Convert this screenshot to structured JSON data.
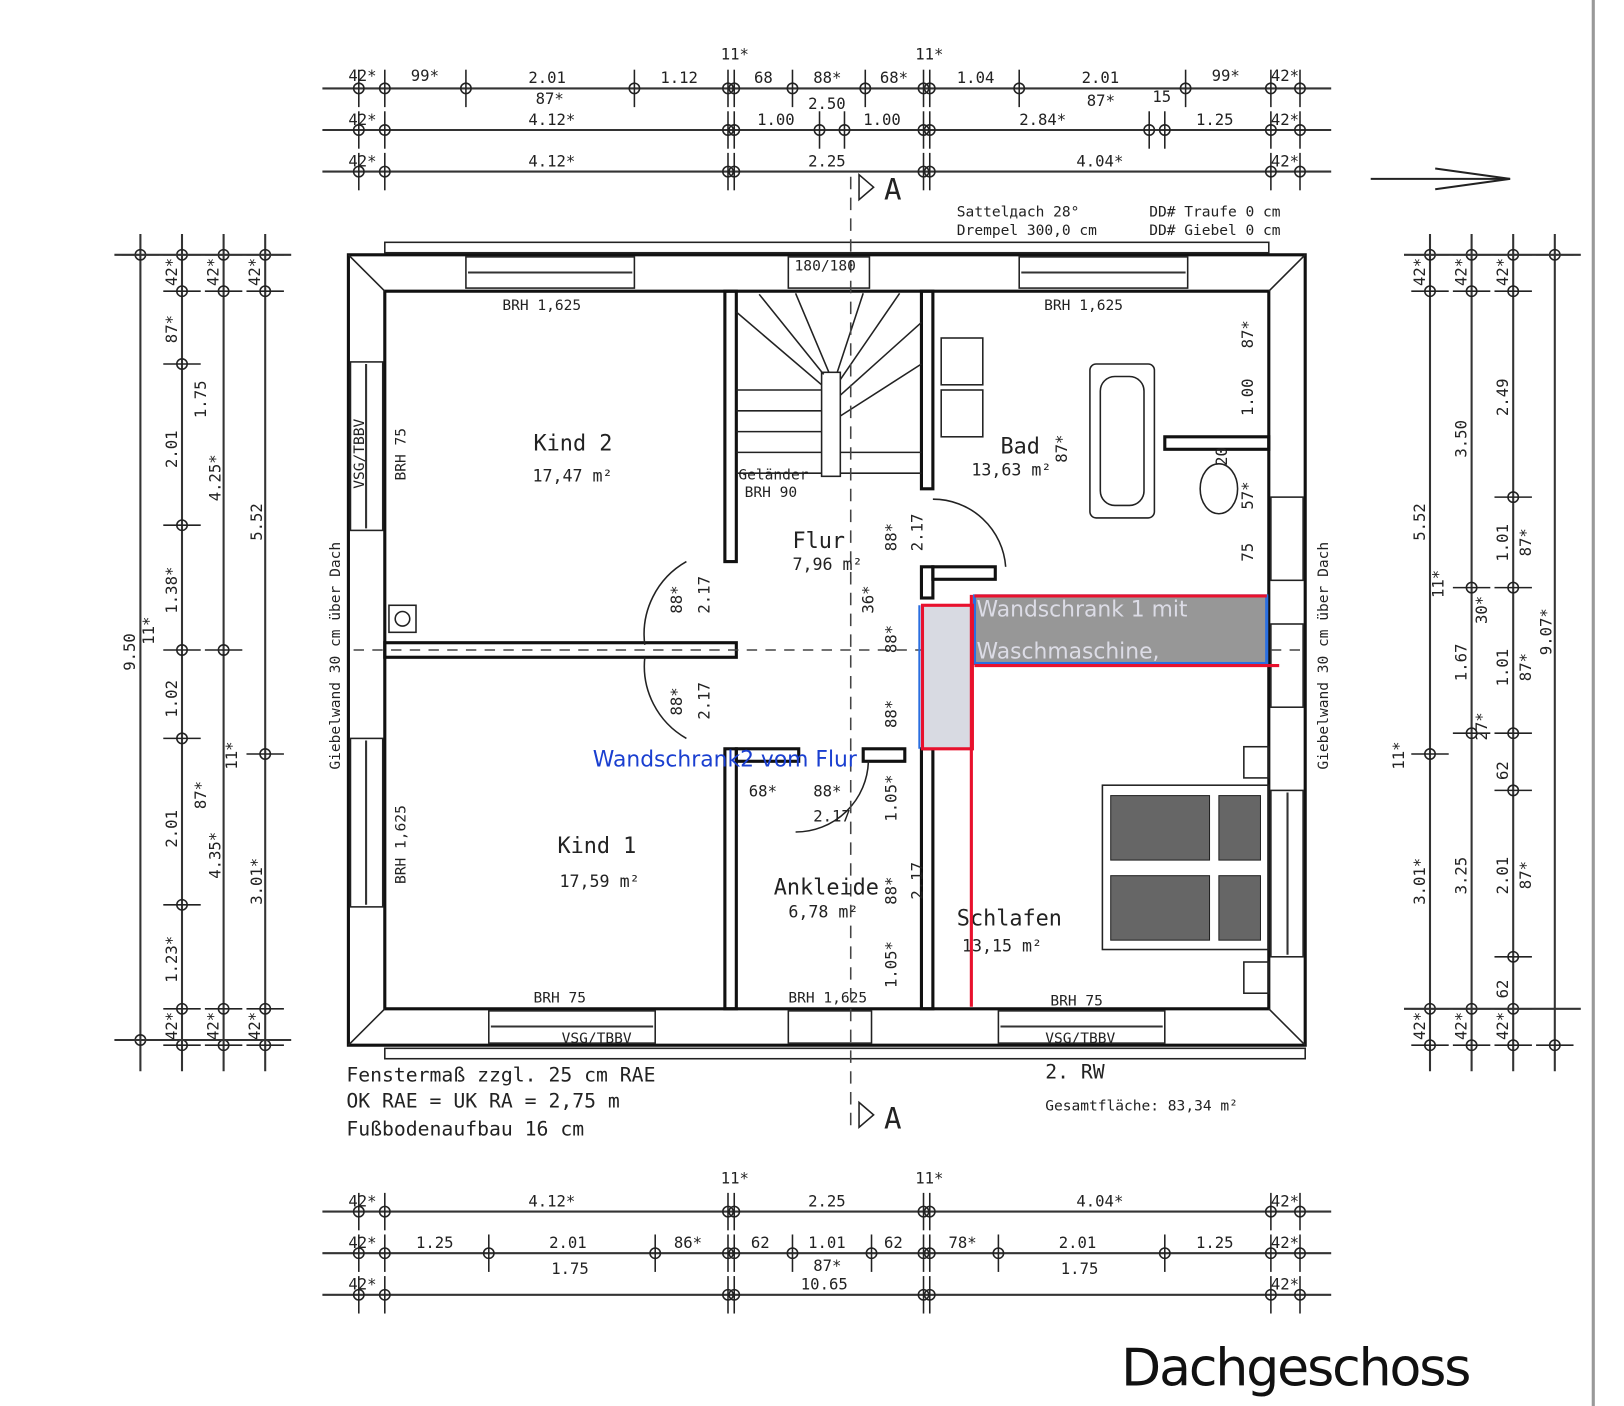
{
  "title": "Dachgeschoss",
  "section_marker": "A",
  "roof_notes": {
    "roof": "Sattelдach 28°",
    "knee_wall": "Drempel 300,0 cm",
    "eaves": "DD# Traufe 0 cm",
    "gable": "DD# Giebel 0 cm"
  },
  "rooms": [
    {
      "name": "Kind 2",
      "area": "17,47 m²"
    },
    {
      "name": "Flur",
      "area": "7,96 m²"
    },
    {
      "name": "Bad",
      "area": "13,63 m²"
    },
    {
      "name": "Kind 1",
      "area": "17,59 m²"
    },
    {
      "name": "Ankleide",
      "area": "6,78 m²"
    },
    {
      "name": "Schlafen",
      "area": "13,15 m²"
    }
  ],
  "plan_labels": {
    "brh_top_left": "BRH 1,625",
    "brh_top_right": "BRH 1,625",
    "brh_left_upper": "BRH 75",
    "brh_left_lower": "BRH 1,625",
    "brh_bottom_left": "BRH 75",
    "brh_bottom_mid": "BRH 1,625",
    "brh_bottom_right": "BRH 75",
    "stair_window": "180/180",
    "railing": "Geländer",
    "railing_brh": "BRH 90",
    "vsg_left": "VSG/TBBV",
    "vsg_bottom_left": "VSG/TBBV",
    "vsg_bottom_right": "VSG/TBBV",
    "gable_left": "Giebelwand 30 cm über Dach",
    "gable_right": "Giebelwand 30 cm über Dach"
  },
  "bottom_notes": {
    "line1": "Fenstermaß zzgl. 25 cm RAE",
    "line2": "OK RAE = UK RA = 2,75 m",
    "line3": "Fußbodenaufbau 16 cm",
    "unit": "2. RW",
    "total_area": "Gesamtfläche: 83,34 m²"
  },
  "annotations": {
    "closet1_line1": "Wandschrank 1 mit",
    "closet1_line2": "Waschmaschine,",
    "closet2": "Wandschrank2 vom Flur"
  },
  "dims": {
    "top_row1": [
      "42*",
      "99*",
      "2.01",
      "1.12",
      "11*",
      "68",
      "88*",
      "68*",
      "11*",
      "1.04",
      "2.01",
      "99*",
      "42*"
    ],
    "top_row2": [
      "42*",
      "87*",
      "4.12*",
      "1.00",
      "2.50",
      "1.00",
      "2.84*",
      "87*",
      "15",
      "1.25",
      "42*"
    ],
    "top_row3": [
      "42*",
      "4.12*",
      "2.25",
      "4.04*",
      "42*"
    ],
    "bottom_row1": [
      "42*",
      "4.12*",
      "11*",
      "2.25",
      "11*",
      "4.04*",
      "42*"
    ],
    "bottom_row2": [
      "42*",
      "1.25",
      "2.01",
      "86*",
      "62",
      "1.01",
      "62",
      "78*",
      "2.01",
      "1.25",
      "42*"
    ],
    "bottom_row3": [
      "42*",
      "1.75",
      "87*",
      "10.65",
      "1.75",
      "42*"
    ],
    "left": [
      "42*",
      "42*",
      "42*",
      "87*",
      "2.01",
      "1.75",
      "4.25*",
      "5.52",
      "1.38*",
      "9.50",
      "11*",
      "1.02",
      "11*",
      "2.01",
      "87*",
      "4.35*",
      "3.01*",
      "1.23*",
      "42*",
      "42*",
      "42*"
    ],
    "right": [
      "42*",
      "42*",
      "42*",
      "5.52",
      "3.50",
      "2.49",
      "1.01",
      "87*",
      "11*",
      "30*",
      "1.67",
      "1.01",
      "87*",
      "9.07*",
      "27*",
      "11*",
      "62",
      "3.01*",
      "3.25",
      "2.01",
      "87*",
      "62",
      "42*",
      "42*",
      "42*"
    ],
    "interior": [
      "87*",
      "1.00",
      "87*",
      "20",
      "57*",
      "75",
      "88*",
      "2.17",
      "36*",
      "88*",
      "2.17",
      "88*",
      "88*",
      "2.17",
      "88*",
      "1.05*",
      "2.17",
      "88*",
      "1.05*",
      "68*",
      "88*",
      "2.17"
    ]
  },
  "colors": {
    "overlay_red": "#e8112d",
    "overlay_blue": "#2a6fe0",
    "closet1_fill": "#979797",
    "closet2_fill": "#d8dae2",
    "closet2_text": "#1a3fd0"
  }
}
